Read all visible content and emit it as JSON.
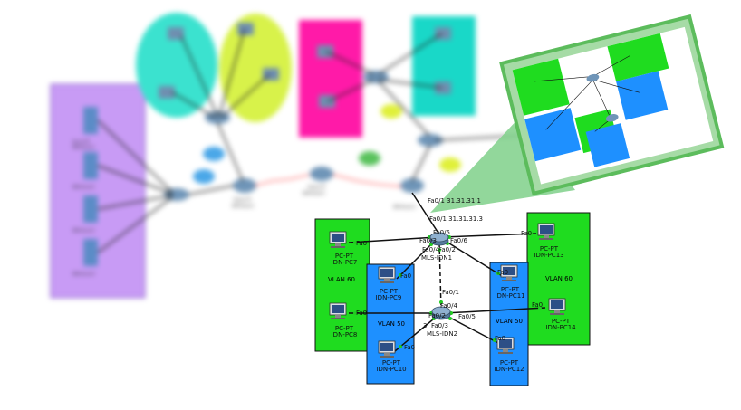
{
  "colors": {
    "vlan60": "#1fdc1f",
    "vlan50": "#1e90ff",
    "purple_area": "#c89bf5",
    "cyan_area": "#3be2cf",
    "yellow_area": "#d8f24a",
    "magenta_area": "#ff1aa8",
    "teal_area": "#19d8c8",
    "zoom_bg": "#a6dba6",
    "link_green": "#22cc22",
    "link_red": "#ff3333"
  },
  "focus": {
    "mls_top": {
      "name": "MLS-IDN1"
    },
    "mls_bottom": {
      "name": "MLS-IDN2"
    },
    "vlan_labels": {
      "left_green": "VLAN 60",
      "left_blue": "VLAN 50",
      "right_green": "VLAN 60",
      "right_blue": "VLAN 50"
    },
    "pcs": [
      {
        "type": "PC-PT",
        "name": "IDN-PC7",
        "port": "Fa0"
      },
      {
        "type": "PC-PT",
        "name": "IDN-PC9",
        "port": "Fa0"
      },
      {
        "type": "PC-PT",
        "name": "IDN-PC8",
        "port": "Fa0"
      },
      {
        "type": "PC-PT",
        "name": "IDN-PC10",
        "port": "Fa0"
      },
      {
        "type": "PC-PT",
        "name": "IDN-PC13",
        "port": "Fa0"
      },
      {
        "type": "PC-PT",
        "name": "IDN-PC11",
        "port": "Fa0"
      },
      {
        "type": "PC-PT",
        "name": "IDN-PC14",
        "port": "Fa0"
      },
      {
        "type": "PC-PT",
        "name": "IDN-PC12",
        "port": "Fa0"
      }
    ],
    "ports": {
      "mls1_up": "Fa0/5",
      "mls1_left": "Fa0/3",
      "mls1_right": "Fa0/6",
      "mls1_down_left": "Fa0/4",
      "mls1_down_right": "Fa0/2",
      "mls2_up": "Fa0/1",
      "mls2_upright": "Fa0/4",
      "mls2_left": "Fa0/2",
      "mls2_right": "Fa0/5",
      "mls2_bottom": "Fa0/3"
    },
    "uplink_labels": {
      "upper": "Fa0/1  31.31.31.1",
      "lower": "Fa0/1  31.31.31.3"
    },
    "bottom_extra": "3"
  },
  "blurred": {
    "labels": [
      "Router-PT",
      "IDN-Router2",
      "Router-PT",
      "IDN-Router1",
      "IDN-Router3",
      "Server-PT",
      "IDN-Server1",
      "IDN-Server2",
      "IDN-Server3",
      "IDN-Server4"
    ]
  }
}
